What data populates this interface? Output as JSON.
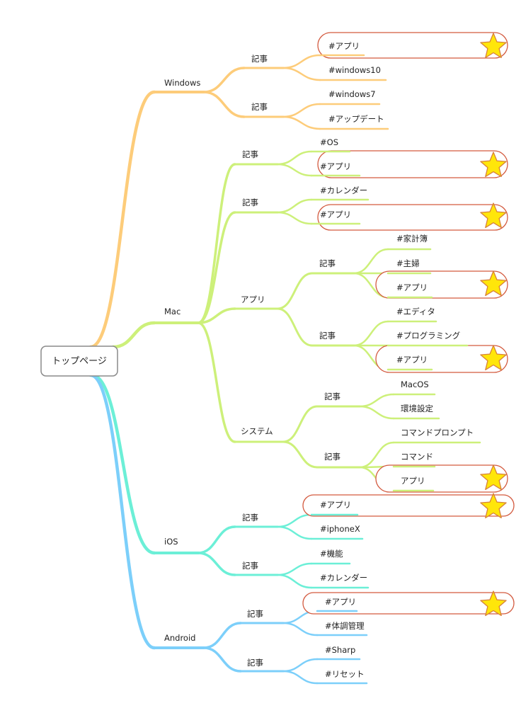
{
  "colors": {
    "windows": "#fdcc7a",
    "mac": "#cdf07a",
    "ios": "#6cefd7",
    "android": "#7ccffa",
    "highlight_border": "#d35a3f",
    "star_fill": "#ffe60a",
    "star_stroke": "#d7813a",
    "root_border": "#8a8a8a"
  },
  "root": {
    "label": "トップページ"
  },
  "branches": {
    "windows": {
      "label": "Windows",
      "articles": [
        {
          "label": "記事",
          "tags": [
            {
              "label": "#アプリ",
              "starred": true
            },
            {
              "label": "#windows10",
              "starred": false
            }
          ]
        },
        {
          "label": "記事",
          "tags": [
            {
              "label": "#windows7",
              "starred": false
            },
            {
              "label": "#アップデート",
              "starred": false
            }
          ]
        }
      ]
    },
    "mac": {
      "label": "Mac",
      "articles": [
        {
          "label": "記事",
          "tags": [
            {
              "label": "#OS",
              "starred": false
            },
            {
              "label": "#アプリ",
              "starred": true
            }
          ]
        },
        {
          "label": "記事",
          "tags": [
            {
              "label": "#カレンダー",
              "starred": false
            },
            {
              "label": "#アプリ",
              "starred": true
            }
          ]
        }
      ],
      "app": {
        "label": "アプリ",
        "articles": [
          {
            "label": "記事",
            "tags": [
              {
                "label": "#家計簿",
                "starred": false
              },
              {
                "label": "#主婦",
                "starred": false
              },
              {
                "label": "#アプリ",
                "starred": true
              }
            ]
          },
          {
            "label": "記事",
            "tags": [
              {
                "label": "#エディタ",
                "starred": false
              },
              {
                "label": "#プログラミング",
                "starred": false
              },
              {
                "label": "#アプリ",
                "starred": true
              }
            ]
          }
        ]
      },
      "system": {
        "label": "システム",
        "articles": [
          {
            "label": "記事",
            "tags": [
              {
                "label": "MacOS",
                "starred": false
              },
              {
                "label": "環境設定",
                "starred": false
              }
            ]
          },
          {
            "label": "記事",
            "tags": [
              {
                "label": "コマンドプロンプト",
                "starred": false
              },
              {
                "label": "コマンド",
                "starred": false
              },
              {
                "label": "アプリ",
                "starred": true
              }
            ]
          }
        ]
      }
    },
    "ios": {
      "label": "iOS",
      "articles": [
        {
          "label": "記事",
          "tags": [
            {
              "label": "#アプリ",
              "starred": true
            },
            {
              "label": "#iphoneX",
              "starred": false
            }
          ]
        },
        {
          "label": "記事",
          "tags": [
            {
              "label": "#機能",
              "starred": false
            },
            {
              "label": "#カレンダー",
              "starred": false
            }
          ]
        }
      ]
    },
    "android": {
      "label": "Android",
      "articles": [
        {
          "label": "記事",
          "tags": [
            {
              "label": "#アプリ",
              "starred": true
            },
            {
              "label": "#体調管理",
              "starred": false
            }
          ]
        },
        {
          "label": "記事",
          "tags": [
            {
              "label": "#Sharp",
              "starred": false
            },
            {
              "label": "#リセット",
              "starred": false
            }
          ]
        }
      ]
    }
  }
}
